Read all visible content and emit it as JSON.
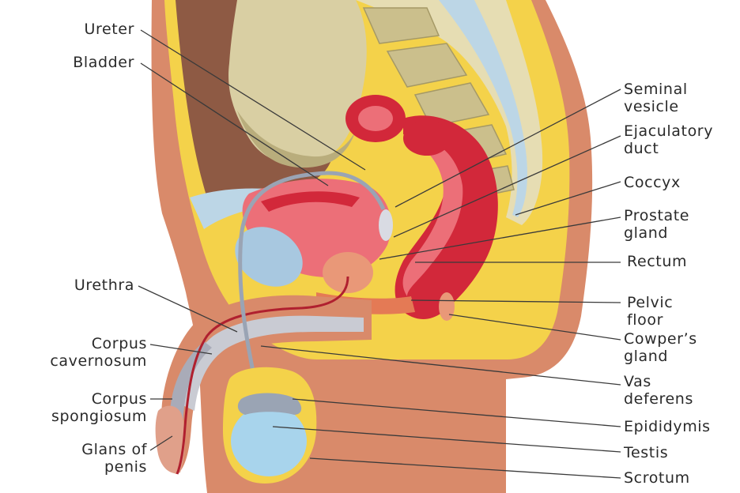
{
  "labels_left": [
    {
      "key": "ureter",
      "text": "Ureter"
    },
    {
      "key": "bladder",
      "text": "Bladder"
    },
    {
      "key": "urethra",
      "text": "Urethra"
    },
    {
      "key": "corpus_cavernosum",
      "text": "Corpus cavernosum"
    },
    {
      "key": "corpus_spongiosum",
      "text": "Corpus spongiosum"
    },
    {
      "key": "glans",
      "text": "Glans of penis"
    }
  ],
  "labels_right": [
    {
      "key": "seminal_vesicle",
      "text": "Seminal vesicle"
    },
    {
      "key": "ejaculatory_duct",
      "text": "Ejaculatory duct"
    },
    {
      "key": "coccyx",
      "text": "Coccyx"
    },
    {
      "key": "prostate",
      "text": "Prostate gland"
    },
    {
      "key": "rectum",
      "text": "Rectum"
    },
    {
      "key": "pelvic_floor",
      "text": "Pelvic floor"
    },
    {
      "key": "cowpers",
      "text": "Cowper’s gland"
    },
    {
      "key": "vas_deferens",
      "text": "Vas deferens"
    },
    {
      "key": "epididymis",
      "text": "Epididymis"
    },
    {
      "key": "testis",
      "text": "Testis"
    },
    {
      "key": "scrotum",
      "text": "Scrotum"
    }
  ],
  "colors": {
    "skin": "#d98a6a",
    "skin_dark": "#c06f52",
    "fat": "#f4d24a",
    "bone": "#d9cfa3",
    "bone_shadow": "#b9ad7c",
    "muscle_red": "#d2283a",
    "muscle_pink": "#ec6f78",
    "cavity_brown": "#8e5a44",
    "fascia_blue": "#bcd6e6",
    "testis_blue": "#a8d4ec",
    "tube_gray": "#9aa4b4"
  }
}
